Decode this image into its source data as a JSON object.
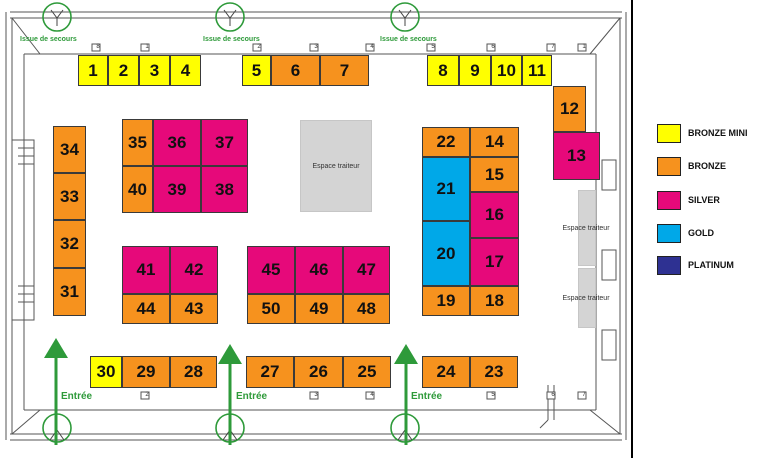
{
  "colors": {
    "bronze_mini": "#ffff00",
    "bronze": "#f6921e",
    "silver": "#e6097a",
    "gold": "#00a8e8",
    "platinum": "#2e3192",
    "exit_green": "#2e9a3a"
  },
  "exits": {
    "label": "Issue de secours"
  },
  "entries": {
    "label": "Entrée"
  },
  "catering": {
    "label": "Espace traiteur"
  },
  "pillar_numbers": [
    "8",
    "1",
    "2",
    "3",
    "4",
    "5",
    "6",
    "7",
    "1",
    "2",
    "3",
    "4",
    "5",
    "6",
    "7"
  ],
  "legend": [
    {
      "tier": "bronze_mini",
      "label": "BRONZE MINI"
    },
    {
      "tier": "bronze",
      "label": "BRONZE"
    },
    {
      "tier": "silver",
      "label": "SILVER"
    },
    {
      "tier": "gold",
      "label": "GOLD"
    },
    {
      "tier": "platinum",
      "label": "PLATINUM"
    }
  ],
  "booths": [
    {
      "num": "1",
      "tier": "bronze_mini"
    },
    {
      "num": "2",
      "tier": "bronze_mini"
    },
    {
      "num": "3",
      "tier": "bronze_mini"
    },
    {
      "num": "4",
      "tier": "bronze_mini"
    },
    {
      "num": "5",
      "tier": "bronze_mini"
    },
    {
      "num": "6",
      "tier": "bronze"
    },
    {
      "num": "7",
      "tier": "bronze"
    },
    {
      "num": "8",
      "tier": "bronze_mini"
    },
    {
      "num": "9",
      "tier": "bronze_mini"
    },
    {
      "num": "10",
      "tier": "bronze_mini"
    },
    {
      "num": "11",
      "tier": "bronze_mini"
    },
    {
      "num": "12",
      "tier": "bronze"
    },
    {
      "num": "13",
      "tier": "silver"
    },
    {
      "num": "14",
      "tier": "bronze"
    },
    {
      "num": "15",
      "tier": "bronze"
    },
    {
      "num": "16",
      "tier": "silver"
    },
    {
      "num": "17",
      "tier": "silver"
    },
    {
      "num": "18",
      "tier": "bronze"
    },
    {
      "num": "19",
      "tier": "bronze"
    },
    {
      "num": "20",
      "tier": "gold"
    },
    {
      "num": "21",
      "tier": "gold"
    },
    {
      "num": "22",
      "tier": "bronze"
    },
    {
      "num": "23",
      "tier": "bronze"
    },
    {
      "num": "24",
      "tier": "bronze"
    },
    {
      "num": "25",
      "tier": "bronze"
    },
    {
      "num": "26",
      "tier": "bronze"
    },
    {
      "num": "27",
      "tier": "bronze"
    },
    {
      "num": "28",
      "tier": "bronze"
    },
    {
      "num": "29",
      "tier": "bronze"
    },
    {
      "num": "30",
      "tier": "bronze_mini"
    },
    {
      "num": "31",
      "tier": "bronze"
    },
    {
      "num": "32",
      "tier": "bronze"
    },
    {
      "num": "33",
      "tier": "bronze"
    },
    {
      "num": "34",
      "tier": "bronze"
    },
    {
      "num": "35",
      "tier": "bronze"
    },
    {
      "num": "36",
      "tier": "silver"
    },
    {
      "num": "37",
      "tier": "silver"
    },
    {
      "num": "38",
      "tier": "silver"
    },
    {
      "num": "39",
      "tier": "silver"
    },
    {
      "num": "40",
      "tier": "bronze"
    },
    {
      "num": "41",
      "tier": "silver"
    },
    {
      "num": "42",
      "tier": "silver"
    },
    {
      "num": "43",
      "tier": "bronze"
    },
    {
      "num": "44",
      "tier": "bronze"
    },
    {
      "num": "45",
      "tier": "silver"
    },
    {
      "num": "46",
      "tier": "silver"
    },
    {
      "num": "47",
      "tier": "silver"
    },
    {
      "num": "48",
      "tier": "bronze"
    },
    {
      "num": "49",
      "tier": "bronze"
    },
    {
      "num": "50",
      "tier": "bronze"
    }
  ]
}
